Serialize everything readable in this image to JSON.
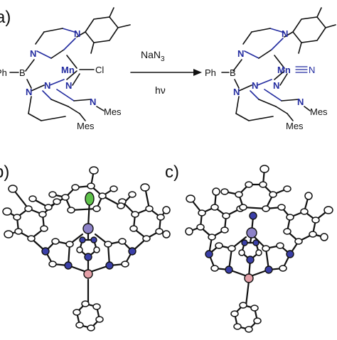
{
  "panels": {
    "a": "a)",
    "b": "b)",
    "c": "c)"
  },
  "reaction": {
    "reagent_top": "NaN",
    "reagent_top_sub": "3",
    "reagent_bottom": "hν"
  },
  "left_complex": {
    "metal": "Mn",
    "chloride": "Cl",
    "boron": "B",
    "phenyl": "Ph",
    "nitrogen": "N",
    "mes_1": "Mes",
    "mes_2": "Mes"
  },
  "right_complex": {
    "metal": "Mn",
    "nitride": "N",
    "boron": "B",
    "phenyl": "Ph",
    "nitrogen": "N",
    "mes_1": "Mes",
    "mes_2": "Mes"
  },
  "colors": {
    "nitrogen": "#232ca0",
    "boron": "#e5a0a8",
    "manganese": "#8d82c8",
    "chlorine": "#5ec24a"
  }
}
